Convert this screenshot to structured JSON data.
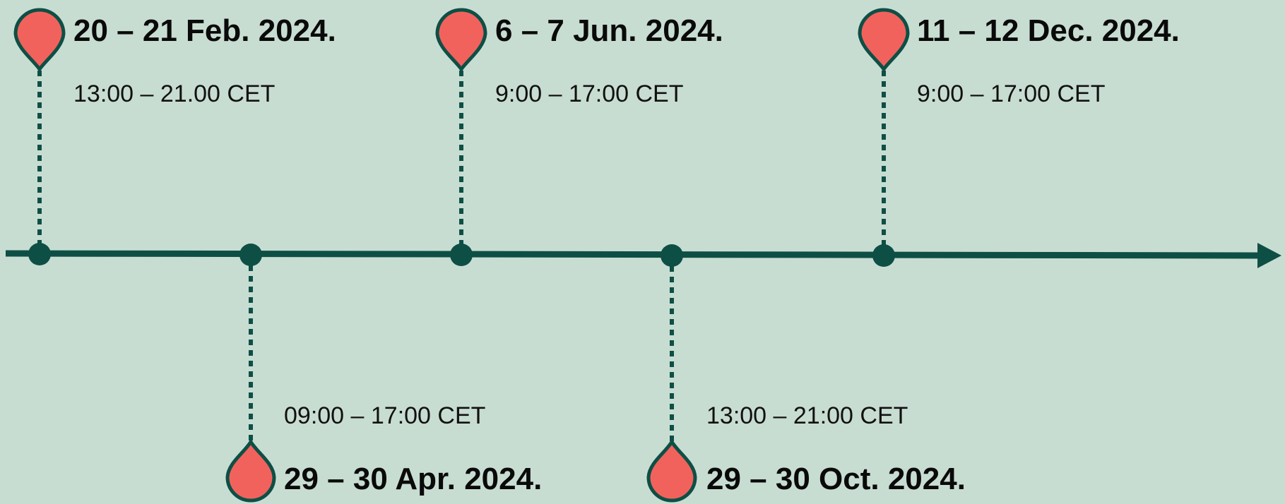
{
  "colors": {
    "background": "#c8ddd2",
    "line": "#0e4f45",
    "pin_fill": "#f2625d",
    "pin_stroke": "#0e4f45"
  },
  "events": [
    {
      "date": "20 – 21 Feb. 2024.",
      "time": "13:00 – 21.00 CET",
      "side": "above"
    },
    {
      "date": "29 – 30 Apr. 2024.",
      "time": "09:00 – 17:00 CET",
      "side": "below"
    },
    {
      "date": "6 – 7 Jun. 2024.",
      "time": "9:00 – 17:00 CET",
      "side": "above"
    },
    {
      "date": "29 – 30 Oct. 2024.",
      "time": "13:00 – 21:00 CET",
      "side": "below"
    },
    {
      "date": "11 – 12 Dec. 2024.",
      "time": "9:00 – 17:00 CET",
      "side": "above"
    }
  ],
  "icons": {
    "pin": "map-pin-icon",
    "node": "timeline-node-icon",
    "arrow": "arrowhead-icon"
  }
}
